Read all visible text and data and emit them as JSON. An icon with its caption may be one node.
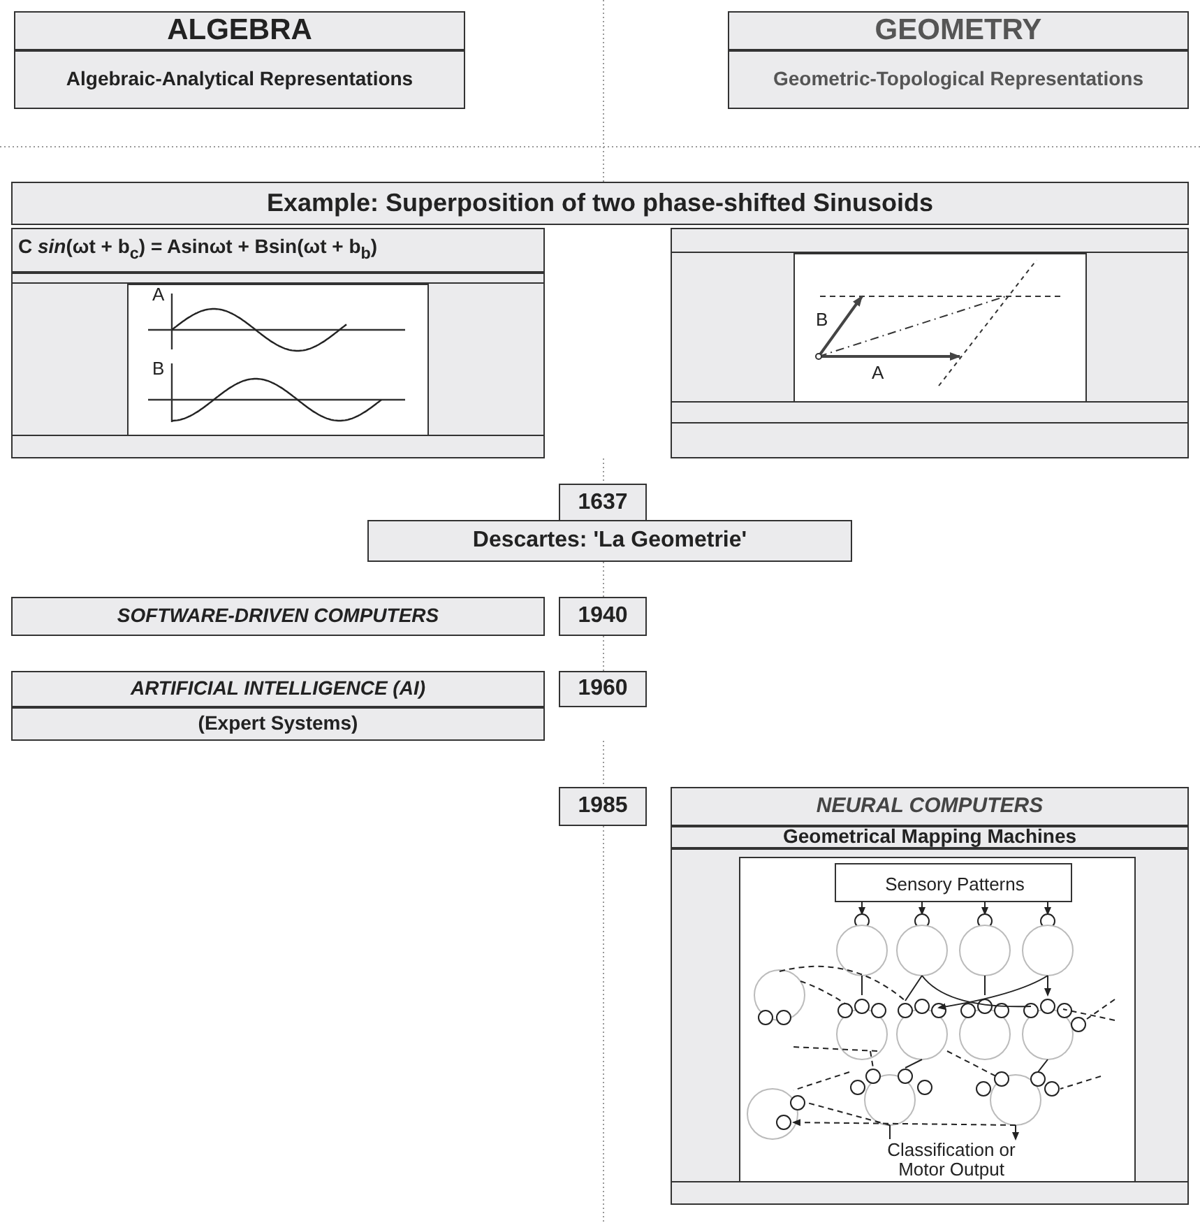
{
  "diagram": {
    "nodes": [
      {
        "text": [
          "ALGEBRA"
        ]
      },
      {
        "text": [
          "Algebraic-Analytical Representations"
        ]
      },
      {
        "text": [
          "GEOMETRY"
        ]
      },
      {
        "text": [
          "Geometric-Topological Representations"
        ]
      },
      {
        "text": [
          "Example: Superposition of two phase-shifted Sinusoids"
        ]
      },
      {
        "text": [
          "C *sin*(ωt + b$_{c}$) = Asinωt + Bsin(ωt + b$_{b}$)"
        ]
      },
      {
        "text": [],
        "shape": "box"
      },
      {
        "text": [
          "A",
          "B"
        ]
      },
      {
        "text": [],
        "shape": "box"
      },
      {
        "text": [],
        "shape": "box"
      },
      {
        "text": [
          "B",
          "A"
        ]
      },
      {
        "text": [],
        "shape": "box"
      },
      {
        "text": [],
        "shape": "box"
      },
      {
        "text": [
          "1637"
        ]
      },
      {
        "text": [
          "Descartes:  'La Geometrie'"
        ]
      },
      {
        "text": [
          "SOFTWARE-DRIVEN COMPUTERS"
        ]
      },
      {
        "text": [
          "1940"
        ]
      },
      {
        "text": [
          "ARTIFICIAL INTELLIGENCE (AI)"
        ]
      },
      {
        "text": [
          "1960"
        ]
      },
      {
        "text": [
          "(Expert Systems)"
        ]
      },
      {
        "text": [
          "1985"
        ]
      },
      {
        "text": [
          "NEURAL COMPUTERS"
        ]
      },
      {
        "text": [
          "Geometrical Mapping Machines"
        ]
      },
      {
        "text": [
          "Sensory Patterns",
          "Classification or Motor Output"
        ]
      },
      {
        "text": [],
        "shape": "box"
      }
    ]
  }
}
